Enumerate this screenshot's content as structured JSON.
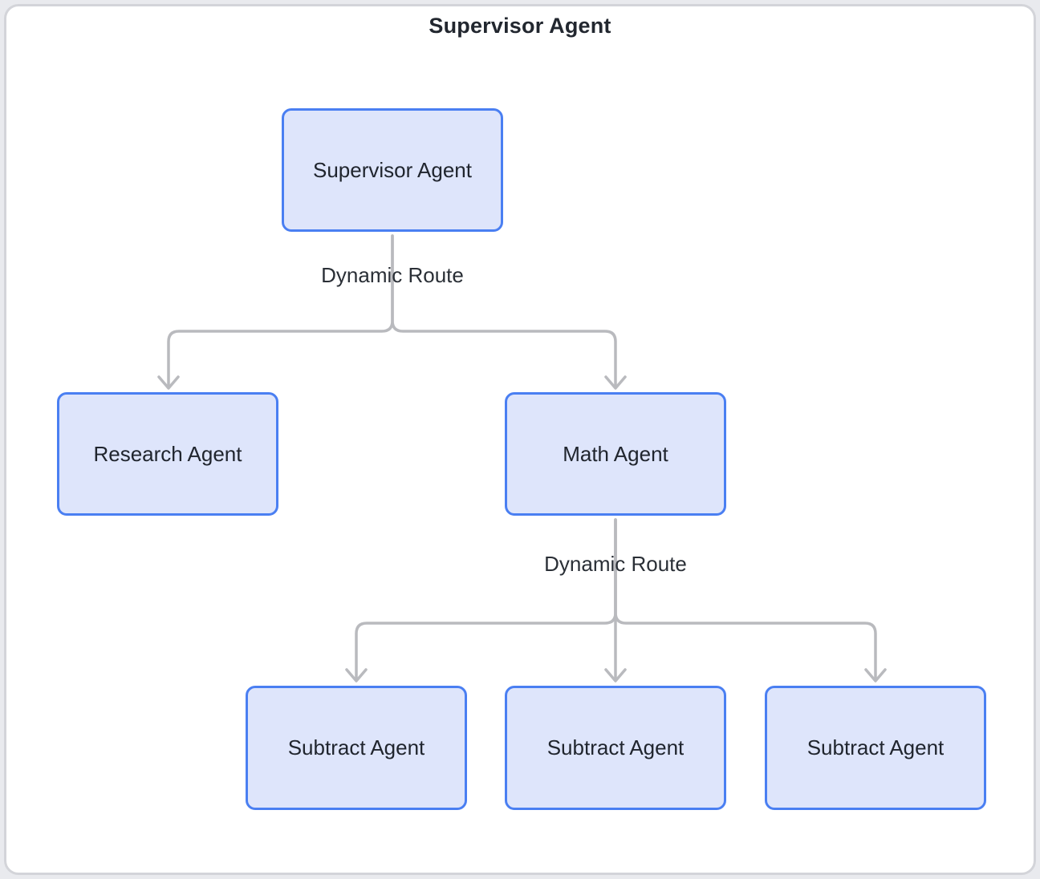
{
  "diagram": {
    "title": "Supervisor Agent",
    "nodes": [
      {
        "id": "supervisor",
        "label": "Supervisor Agent"
      },
      {
        "id": "research",
        "label": "Research Agent"
      },
      {
        "id": "math",
        "label": "Math Agent"
      },
      {
        "id": "subtract-1",
        "label": "Subtract Agent"
      },
      {
        "id": "subtract-2",
        "label": "Subtract Agent"
      },
      {
        "id": "subtract-3",
        "label": "Subtract Agent"
      }
    ],
    "edges": [
      {
        "from": "supervisor",
        "to": "research",
        "label": "Dynamic Route"
      },
      {
        "from": "supervisor",
        "to": "math",
        "label": "Dynamic Route"
      },
      {
        "from": "math",
        "to": "subtract-1",
        "label": "Dynamic Route"
      },
      {
        "from": "math",
        "to": "subtract-2",
        "label": "Dynamic Route"
      },
      {
        "from": "math",
        "to": "subtract-3",
        "label": "Dynamic Route"
      }
    ],
    "edge_labels": [
      {
        "id": "route-1",
        "label": "Dynamic Route"
      },
      {
        "id": "route-2",
        "label": "Dynamic Route"
      }
    ],
    "colors": {
      "node_fill": "#dee5fb",
      "node_border": "#4a7ff2",
      "node_text": "#20252e",
      "edge_stroke": "#b9babe",
      "frame_border": "#d3d4d9",
      "title_text": "#22272f"
    }
  }
}
